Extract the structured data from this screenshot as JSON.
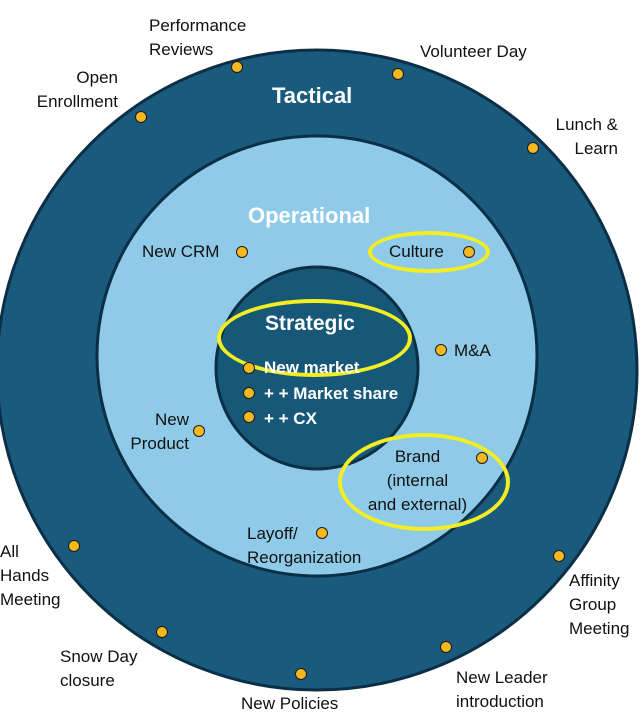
{
  "colors": {
    "outer_ring": "#1a5a7d",
    "middle_ring": "#8fcbe8",
    "inner_circle": "#175878",
    "ring_border": "#0b2f47",
    "dot_fill": "#f5b820",
    "highlight": "#f2ee22"
  },
  "rings": {
    "tactical": "Tactical",
    "operational": "Operational",
    "strategic": "Strategic"
  },
  "tactical_items": {
    "performance_reviews": "Performance\nReviews",
    "volunteer_day": "Volunteer Day",
    "open_enrollment": "Open\nEnrollment",
    "lunch_learn": "Lunch &\nLearn",
    "all_hands": "All\nHands\nMeeting",
    "affinity_group": "Affinity\nGroup\nMeeting",
    "snow_day": "Snow Day\nclosure",
    "new_policies": "New Policies",
    "new_leader": "New Leader\nintroduction"
  },
  "operational_items": {
    "new_crm": "New CRM",
    "culture": "Culture",
    "m_and_a": "M&A",
    "new_product": "New\nProduct",
    "brand": "Brand\n(internal\nand external)",
    "layoff": "Layoff/\nReorganization"
  },
  "strategic_items": {
    "new_market": "New market",
    "market_share": "+ + Market share",
    "cx": "+ + CX"
  }
}
